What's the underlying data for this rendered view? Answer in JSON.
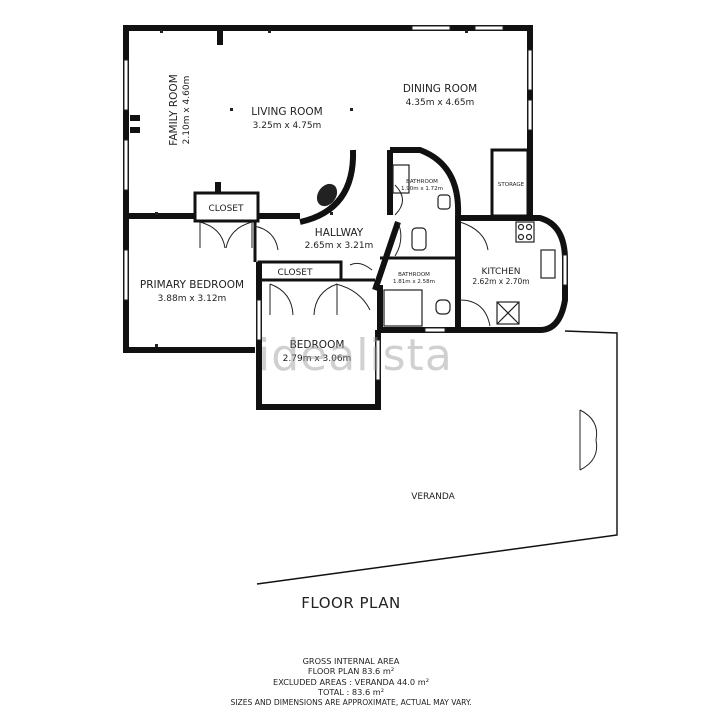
{
  "rooms": {
    "family_room": {
      "name": "FAMILY ROOM",
      "dims": "2.10m x 4.60m"
    },
    "living_room": {
      "name": "LIVING ROOM",
      "dims": "3.25m x 4.75m"
    },
    "dining_room": {
      "name": "DINING ROOM",
      "dims": "4.35m x 4.65m"
    },
    "bathroom_1": {
      "name": "BATHROOM",
      "dims": "1.90m x 1.72m"
    },
    "storage": {
      "name": "STORAGE"
    },
    "closet_1": {
      "name": "CLOSET"
    },
    "hallway": {
      "name": "HALLWAY",
      "dims": "2.65m x 3.21m"
    },
    "closet_2": {
      "name": "CLOSET"
    },
    "bathroom_2": {
      "name": "BATHROOM",
      "dims": "1.81m x 2.58m"
    },
    "kitchen": {
      "name": "KITCHEN",
      "dims": "2.62m x 2.70m"
    },
    "primary_bedroom": {
      "name": "PRIMARY BEDROOM",
      "dims": "3.88m x 3.12m"
    },
    "bedroom": {
      "name": "BEDROOM",
      "dims": "2.79m x 3.06m"
    },
    "veranda": {
      "name": "VERANDA"
    }
  },
  "watermark": "idealista",
  "title": "FLOOR PLAN",
  "footer": {
    "line1": "GROSS INTERNAL AREA",
    "line2": "FLOOR PLAN 83.6 m²",
    "line3": "EXCLUDED AREAS :  VERANDA 44.0 m²",
    "line4": "TOTAL :  83.6 m²",
    "line5": "SIZES AND DIMENSIONS ARE APPROXIMATE, ACTUAL MAY VARY."
  }
}
